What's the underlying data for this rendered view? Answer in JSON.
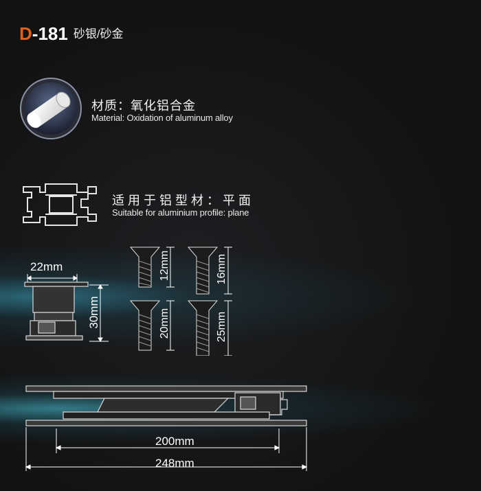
{
  "product": {
    "code_prefix": "D",
    "code_number": "-181",
    "finish": "砂银/砂金"
  },
  "features": {
    "material": {
      "label_cn": "材质：氧化铝合金",
      "label_en": "Material: Oxidation of aluminum alloy",
      "icon": "aluminum-rod-icon"
    },
    "profile": {
      "label_cn": "适用于铝型材：平面",
      "label_en": "Suitable for aluminium profile: plane",
      "icon": "aluminum-profile-icon"
    }
  },
  "dimensions": {
    "top_width": "22mm",
    "height": "30mm",
    "screw_a": "12mm",
    "screw_b": "16mm",
    "screw_c": "20mm",
    "screw_d": "25mm",
    "inner_length": "200mm",
    "total_length": "248mm"
  }
}
